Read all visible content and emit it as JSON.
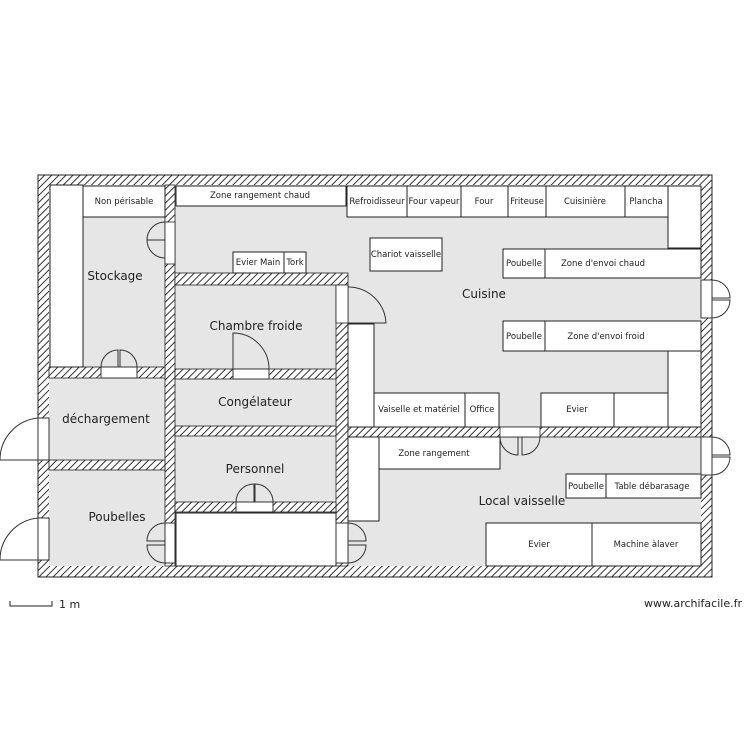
{
  "rooms": {
    "stockage": "Stockage",
    "chambre_froide": "Chambre froide",
    "congelateur": "Congélateur",
    "dechargement": "déchargement",
    "personnel": "Personnel",
    "poubelles": "Poubelles",
    "cuisine": "Cuisine",
    "local_vaisselle": "Local vaisselle"
  },
  "furniture": {
    "non_perissable": "Non périsable",
    "zone_rangement_chaud": "Zone rangement chaud",
    "refroidisseur": "Refroidisseur",
    "four_vapeur": "Four vapeur",
    "four": "Four",
    "friteuse": "Friteuse",
    "cuisiniere": "Cuisinière",
    "plancha": "Plancha",
    "evier_main": "Evier Main",
    "tork": "Tork",
    "chariot_vaisselle": "Chariot vaisselle",
    "poubelle_1": "Poubelle",
    "zone_envoi_chaud": "Zone d'envoi chaud",
    "poubelle_2": "Poubelle",
    "zone_envoi_froid": "Zone d'envoi froid",
    "vaisselle_materiel": "Vaiselle et matériel",
    "office": "Office",
    "evier_cuisine": "Evier",
    "zone_rangement": "Zone rangement",
    "poubelle_3": "Poubelle",
    "table_debarassage": "Table débarasage",
    "evier_vaisselle": "Evier",
    "machine_laver": "Machine àlaver"
  },
  "scale": {
    "label": "1 m"
  },
  "watermark": "www.archifacile.fr"
}
